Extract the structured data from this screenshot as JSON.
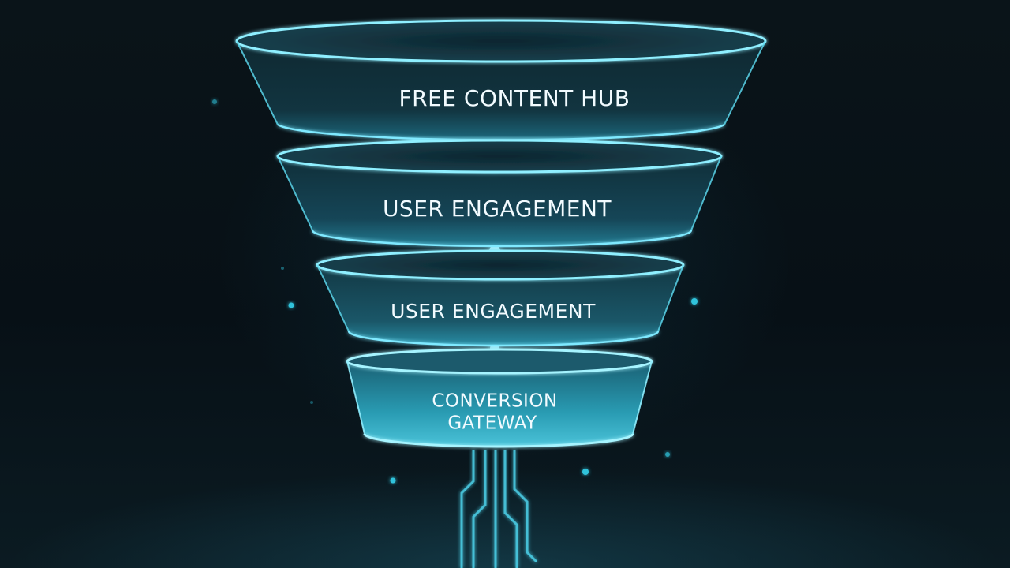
{
  "funnel": {
    "tiers": [
      {
        "label": "FREE CONTENT HUB"
      },
      {
        "label": "USER ENGAGEMENT"
      },
      {
        "label": "USER ENGAGEMENT"
      },
      {
        "label_lines": [
          "CONVERSION",
          "GATEWAY"
        ]
      }
    ]
  },
  "colors": {
    "background": "#071016",
    "glow": "#35d6f0",
    "rim": "#7fe9ff",
    "text": "#f2fbff"
  }
}
